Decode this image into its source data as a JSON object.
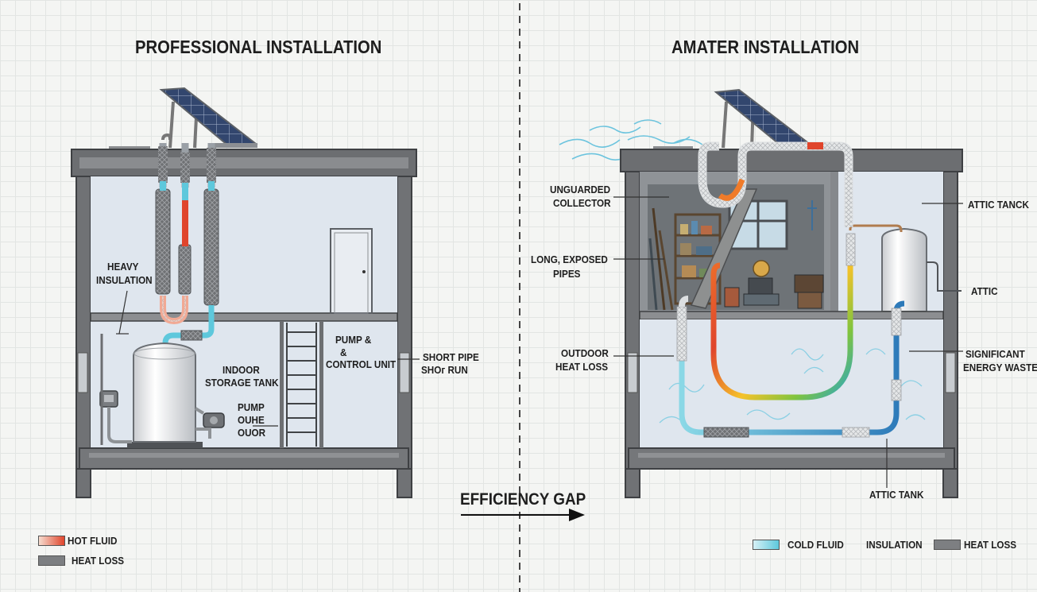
{
  "left_panel": {
    "title": "PROFESSIONAL INSTALLATION",
    "labels": {
      "heavy_insulation": [
        "HEAVY",
        "INSULATION"
      ],
      "indoor_storage_tank": [
        "INDOOR",
        "STORAGE TANK"
      ],
      "pump_control": [
        "PUMP &",
        "&",
        "CONTROL UNIT"
      ],
      "pump_ouhe": [
        "PUMP",
        "OUHE",
        "OUOR"
      ],
      "short_pipe": [
        "SHORT PIPE",
        "SHOᴦ RUN"
      ]
    },
    "legend": {
      "hot_fluid": "HOT FLUID",
      "heat_loss": "HEAT LOSS"
    }
  },
  "right_panel": {
    "title": "AMATER INSTALLATION",
    "labels": {
      "unguarded_collector": [
        "UNGUARDED",
        "COLLECTOR"
      ],
      "long_exposed_pipes": [
        "LONG, EXPOSED",
        "PIPES"
      ],
      "outdoor_heat_loss": [
        "OUTDOOR",
        "HEAT LOSS"
      ],
      "attic_tanck": "ATTIC TANCK",
      "attic": "ATTIC",
      "significant_energy_waste": [
        "SIGNIFICANT",
        "ENERGY WASTE"
      ],
      "attic_tank": "ATTIC TANK"
    },
    "legend": {
      "cold_fluid": "COLD FLUID",
      "insulation": "INSULATION",
      "heat_loss": "HEAT LOSS"
    }
  },
  "center": {
    "efficiency_gap": "EFFICIENCY GAP"
  },
  "colors": {
    "hot": "#e0452c",
    "cold": "#5ec8dc",
    "wall": "#6e7073",
    "room": "#dde4ec",
    "insulation": "#7d7f82"
  }
}
